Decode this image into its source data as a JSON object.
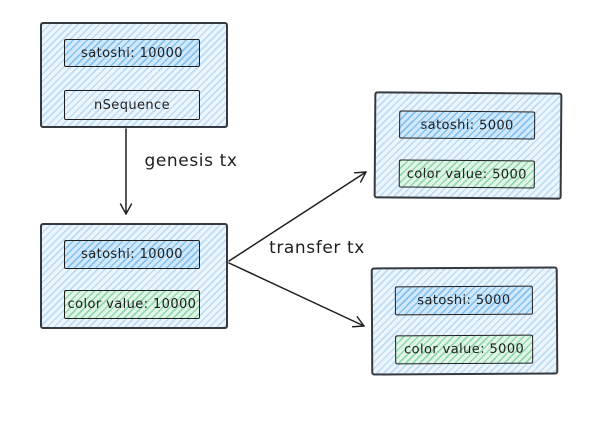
{
  "palette": {
    "outer_hatch": "#bcdcf5",
    "satoshi_hatch": "#85c2f0",
    "color_hatch": "#93d8aa",
    "stroke": "#1e1e1e",
    "outer_stroke": "#343a40",
    "background": "#ffffff"
  },
  "nodes": [
    {
      "id": "genesis-input",
      "fields": [
        {
          "label": "satoshi: 10000",
          "kind": "satoshi"
        },
        {
          "label": "nSequence",
          "kind": "plain"
        }
      ]
    },
    {
      "id": "genesis-output",
      "fields": [
        {
          "label": "satoshi: 10000",
          "kind": "satoshi"
        },
        {
          "label": "color value: 10000",
          "kind": "color"
        }
      ]
    },
    {
      "id": "transfer-output-top",
      "fields": [
        {
          "label": "satoshi: 5000",
          "kind": "satoshi"
        },
        {
          "label": "color value: 5000",
          "kind": "color"
        }
      ]
    },
    {
      "id": "transfer-output-bottom",
      "fields": [
        {
          "label": "satoshi: 5000",
          "kind": "satoshi"
        },
        {
          "label": "color value: 5000",
          "kind": "color"
        }
      ]
    }
  ],
  "edges": [
    {
      "id": "genesis",
      "label": "genesis tx"
    },
    {
      "id": "transfer",
      "label": "transfer tx"
    }
  ]
}
